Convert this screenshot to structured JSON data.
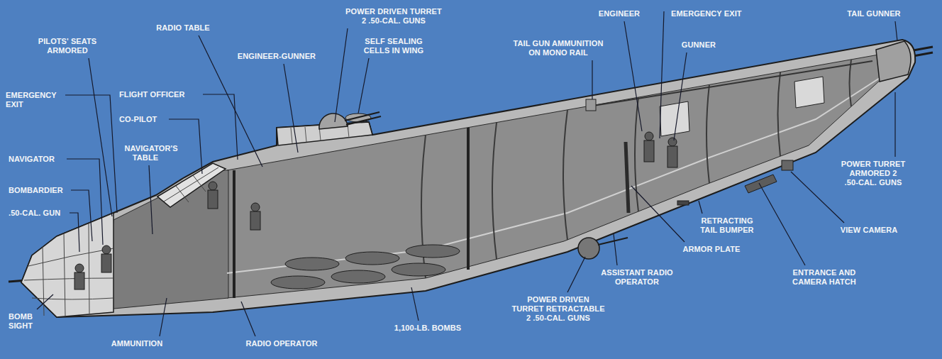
{
  "diagram": {
    "labels": [
      "POWER DRIVEN TURRET 2 .50-CAL. GUNS",
      "RADIO TABLE",
      "PILOTS' SEATS ARMORED",
      "SELF SEALING CELLS IN WING",
      "ENGINEER-GUNNER",
      "TAIL GUN AMMUNITION ON MONO RAIL",
      "ENGINEER",
      "EMERGENCY EXIT",
      "GUNNER",
      "TAIL GUNNER",
      "EMERGENCY EXIT",
      "FLIGHT OFFICER",
      "CO-PILOT",
      "NAVIGATOR",
      "NAVIGATOR'S TABLE",
      "BOMBARDIER",
      ".50-CAL. GUN",
      "BOMB SIGHT",
      "AMMUNITION",
      "RADIO OPERATOR",
      "1,100-LB. BOMBS",
      "POWER DRIVEN TURRET RETRACTABLE 2 .50-CAL. GUNS",
      "ASSISTANT RADIO OPERATOR",
      "ARMOR PLATE",
      "RETRACTING TAIL BUMPER",
      "VIEW CAMERA",
      "ENTRANCE AND CAMERA HATCH",
      "POWER TURRET ARMORED 2 .50-CAL. GUNS"
    ]
  }
}
